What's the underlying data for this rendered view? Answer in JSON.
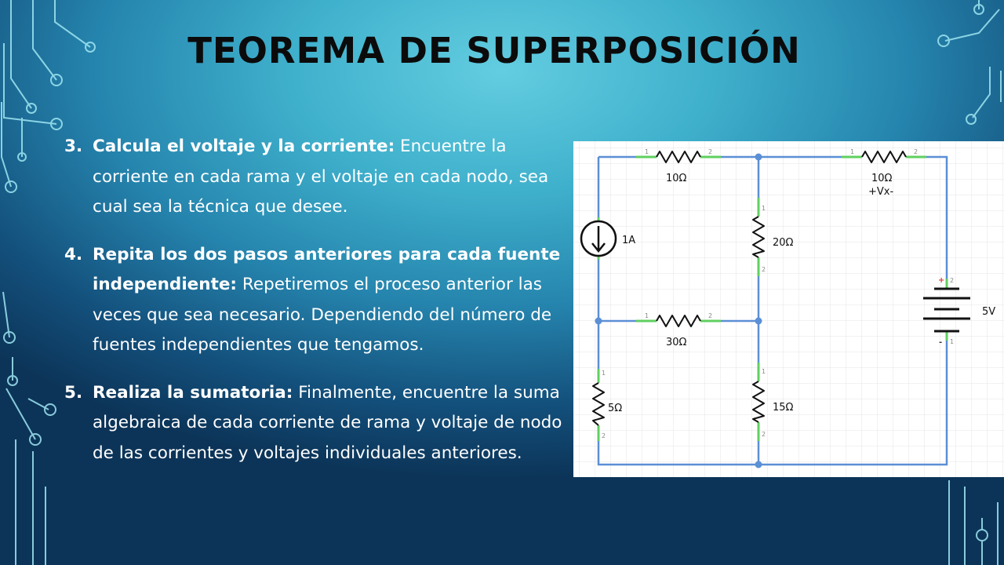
{
  "slide": {
    "title": "TEOREMA DE SUPERPOSICIÓN",
    "items": [
      {
        "number": "3.",
        "lead": "Calcula el voltaje y la corriente:",
        "text": " Encuentre la corriente en cada rama y el voltaje en cada nodo, sea cual sea la técnica que desee."
      },
      {
        "number": "4.",
        "lead": "Repita los dos pasos anteriores para cada fuente independiente:",
        "text": " Repetiremos el proceso anterior las veces que sea necesario. Dependiendo del número de fuentes independientes que tengamos."
      },
      {
        "number": "5.",
        "lead": "Realiza la sumatoria:",
        "text": " Finalmente, encuentre la suma algebraica de cada corriente de rama y voltaje de nodo de las corrientes y voltajes individuales anteriores."
      }
    ]
  },
  "circuit": {
    "r_top_left": "10Ω",
    "r_top_right": "10Ω",
    "vx_label": "+Vx-",
    "r_mid_vertical": "20Ω",
    "r_mid_horizontal": "30Ω",
    "r_bottom_left": "5Ω",
    "r_bottom_right": "15Ω",
    "current_source": "1A",
    "voltage_source": "5V",
    "pin_1": "1",
    "pin_2": "2",
    "plus": "+",
    "minus": "-"
  },
  "colors": {
    "wire": "#5b8fd6",
    "terminal": "#5fd05f",
    "grid": "#e6e6e6",
    "text_white": "#ffffff",
    "title": "#0b0b0b"
  }
}
